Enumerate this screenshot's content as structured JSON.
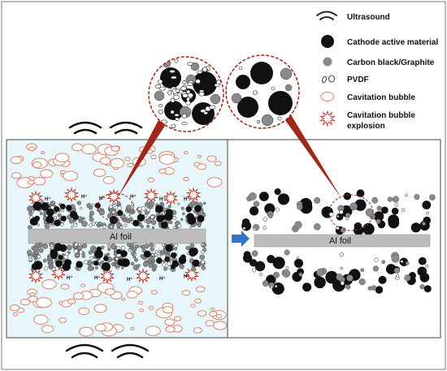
{
  "legend": {
    "ultrasound": "Ultrasound",
    "cathode_active_material": "Cathode active material",
    "carbon_black": "Carbon black/Graphite",
    "pvdf": "PVDF",
    "cavitation_bubble": "Cavitation bubble",
    "cavitation_bubble_explosion_line1": "Cavitation bubble",
    "cavitation_bubble_explosion_line2": "explosion"
  },
  "left_panel": {
    "foil_label": "Al foil",
    "ion_label": "H⁺"
  },
  "right_panel": {
    "foil_label": "Al foil"
  },
  "colors": {
    "left_panel_bg": "#e6f6fb",
    "bubble_stroke": "#d9826a",
    "explosion_stroke": "#c0392b",
    "foil_fill": "#bdbdbd",
    "zoom_stroke": "#a0281a",
    "arrow_fill": "#2f75c8",
    "carbon_gray": "#8a8a8a",
    "active_black": "#111111"
  },
  "icons": [
    "ultrasound-wave-icon",
    "process-arrow-icon",
    "bubble-explosion-icon"
  ]
}
